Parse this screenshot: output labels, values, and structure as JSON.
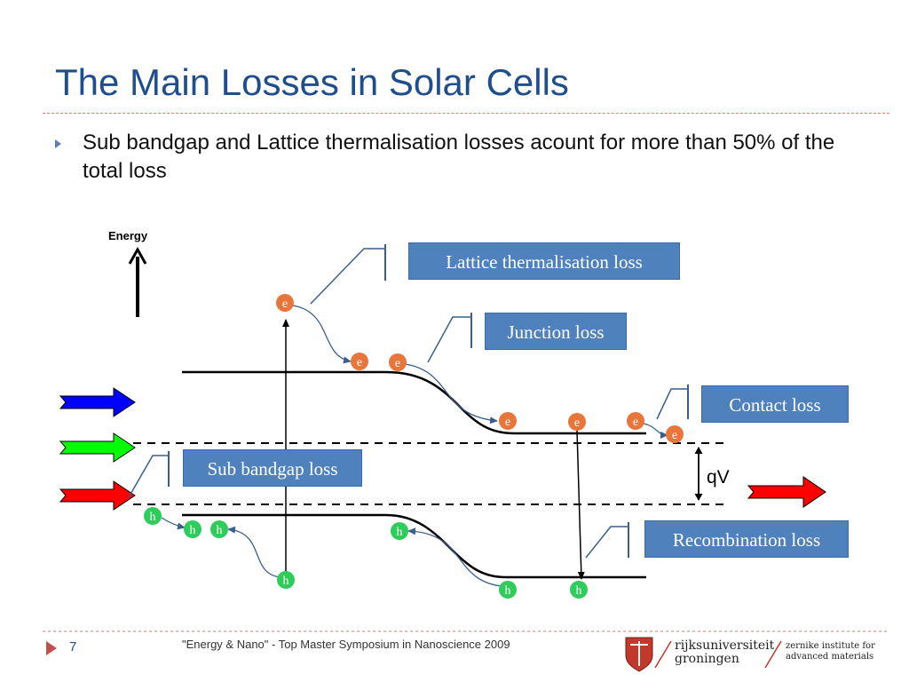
{
  "slide": {
    "title": "The Main Losses in Solar Cells",
    "bullet": "Sub bandgap and Lattice thermalisation losses acount for more than 50% of the total loss"
  },
  "diagram": {
    "energy_label": "Energy",
    "boxes": {
      "lattice": "Lattice thermalisation loss",
      "junction": "Junction loss",
      "contact": "Contact loss",
      "subband": "Sub bandgap loss",
      "recomb": "Recombination loss"
    },
    "qv_label": "qV",
    "electron_label": "e",
    "hole_label": "h",
    "colors": {
      "electron": "#e8763a",
      "hole": "#2ecc5a",
      "box": "#4f81bd",
      "arrow_blue": "#0000ff",
      "arrow_green": "#00ff00",
      "arrow_red": "#ff0000"
    }
  },
  "footer": {
    "page_number": "7",
    "text": "\"Energy & Nano\" - Top Master Symposium in Nanoscience 2009",
    "logo_rug_line1": "rijksuniversiteit",
    "logo_rug_line2": "groningen",
    "logo_zernike_line1": "zernike institute for",
    "logo_zernike_line2": "advanced materials"
  }
}
